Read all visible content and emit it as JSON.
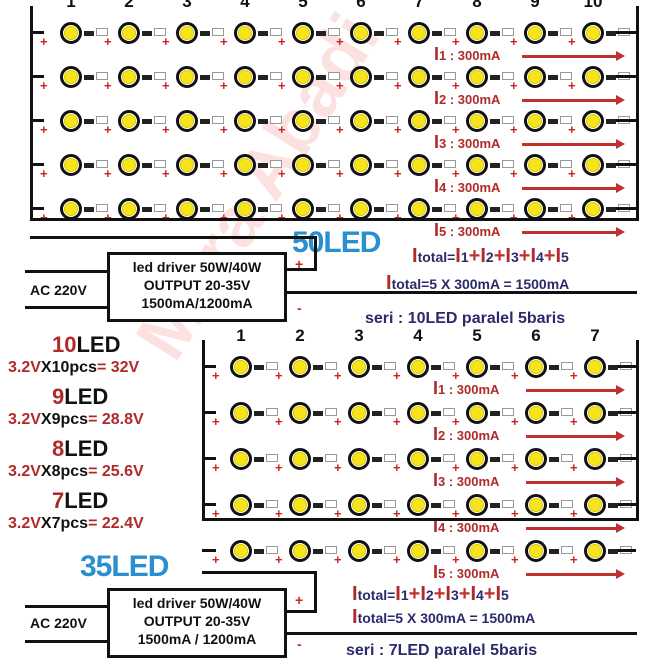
{
  "watermark": "Mitra Abadi",
  "top_circuit": {
    "title": "50LED",
    "columns": [
      "1",
      "2",
      "3",
      "4",
      "5",
      "6",
      "7",
      "8",
      "9",
      "10"
    ],
    "rows": 5,
    "currents": [
      {
        "label": "I",
        "sub": "1 : 300mA"
      },
      {
        "label": "I",
        "sub": "2 : 300mA"
      },
      {
        "label": "I",
        "sub": "3 : 300mA"
      },
      {
        "label": "I",
        "sub": "4 : 300mA"
      },
      {
        "label": "I",
        "sub": "5 : 300mA"
      }
    ],
    "formula1": {
      "I": "I",
      "total": "total=",
      "parts": [
        "1",
        "2",
        "3",
        "4",
        "5"
      ],
      "plus": "+"
    },
    "formula2": {
      "I": "I",
      "text": "total=5 X 300mA = 1500mA"
    },
    "seri": "seri : 10LED paralel 5baris",
    "driver": {
      "line1": "led driver 50W/40W",
      "line2": "OUTPUT 20-35V",
      "line3": "1500mA/1200mA"
    },
    "ac": "AC 220V",
    "plus": "+",
    "minus": "-"
  },
  "bottom_circuit": {
    "title": "35LED",
    "columns": [
      "1",
      "2",
      "3",
      "4",
      "5",
      "6",
      "7"
    ],
    "rows": 5,
    "currents": [
      {
        "label": "I",
        "sub": "1 : 300mA"
      },
      {
        "label": "I",
        "sub": "2 : 300mA"
      },
      {
        "label": "I",
        "sub": "3 : 300mA"
      },
      {
        "label": "I",
        "sub": "4 : 300mA"
      },
      {
        "label": "I",
        "sub": "5 : 300mA"
      }
    ],
    "formula1": {
      "I": "I",
      "total": "total=",
      "parts": [
        "1",
        "2",
        "3",
        "4",
        "5"
      ],
      "plus": "+"
    },
    "formula2": {
      "I": "I",
      "text": "total=5 X 300mA = 1500mA"
    },
    "seri": "seri : 7LED paralel 5baris",
    "driver": {
      "line1": "led driver 50W/40W",
      "line2": "OUTPUT 20-35V",
      "line3": "1500mA / 1200mA"
    },
    "ac": "AC 220V",
    "plus": "+",
    "minus": "-"
  },
  "voltage_table": [
    {
      "n": "10",
      "unit": "LED",
      "v1": "3.2V",
      "x": "X10pcs",
      "v2": "= 32V"
    },
    {
      "n": "9",
      "unit": "LED",
      "v1": "3.2V",
      "x": "X9pcs",
      "v2": "= 28.8V"
    },
    {
      "n": "8",
      "unit": "LED",
      "v1": "3.2V",
      "x": "X8pcs",
      "v2": "= 25.6V"
    },
    {
      "n": "7",
      "unit": "LED",
      "v1": "3.2V",
      "x": "X7pcs",
      "v2": "= 22.4V"
    }
  ],
  "colors": {
    "title_blue": "#2a8fce",
    "current_red": "#b02a2a",
    "formula_navy": "#2b2a6b",
    "led_yellow": "#f7e51c"
  }
}
